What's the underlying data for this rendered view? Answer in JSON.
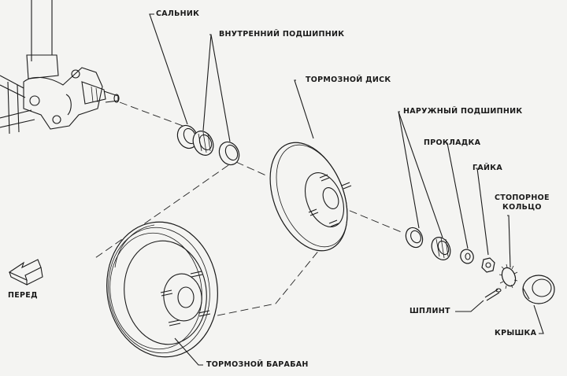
{
  "labels": {
    "oil_seal": "САЛЬНИК",
    "inner_bearing": "ВНУТРЕННИЙ ПОДШИПНИК",
    "brake_disc": "ТОРМОЗНОЙ ДИСК",
    "outer_bearing": "НАРУЖНЫЙ ПОДШИПНИК",
    "washer": "ПРОКЛАДКА",
    "nut": "ГАЙКА",
    "lock_ring_line1": "СТОПОРНОЕ",
    "lock_ring_line2": "КОЛЬЦО",
    "front": "ПЕРЕД",
    "cotter_pin": "ШПЛИНТ",
    "cap": "КРЫШКА",
    "brake_drum": "ТОРМОЗНОЙ БАРАБАН"
  }
}
